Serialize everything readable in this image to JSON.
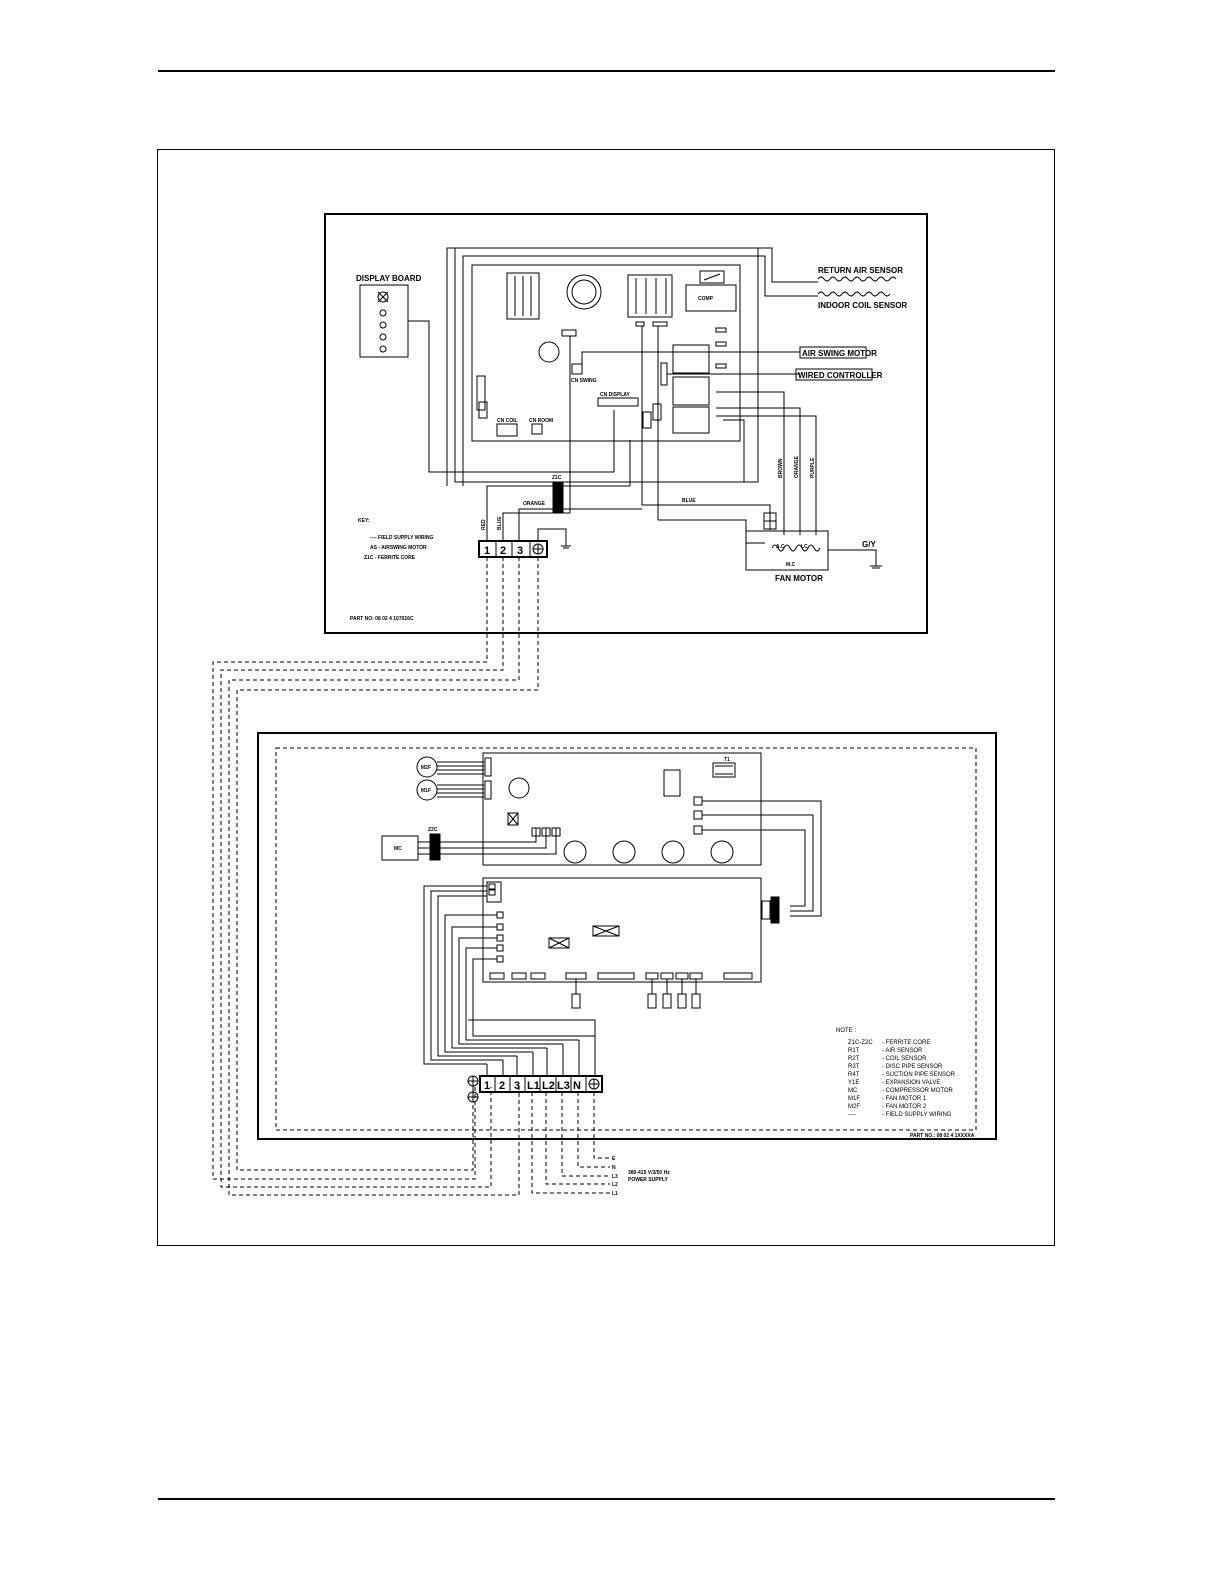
{
  "indoor": {
    "display_board": "DISPLAY BOARD",
    "return_air_sensor": "RETURN AIR SENSOR",
    "indoor_coil_sensor": "INDOOR COIL SENSOR",
    "air_swing_motor": "AIR SWING MOTOR",
    "wired_controller": "WIRED CONTROLLER",
    "cn_swing": "CN SWING",
    "cn_display": "CN DISPLAY",
    "cn_coil": "CN COIL",
    "cn_room": "CN ROOM",
    "comp": "COMP",
    "ferrite": "Z1C",
    "wire_orange": "ORANGE",
    "wire_blue": "BLUE",
    "wire_red": "RED",
    "wire_blue2": "BLUE",
    "wire_brown": "BROWN",
    "wire_orange2": "ORANGE",
    "wire_purple": "PURPLE",
    "fan_motor": "FAN MOTOR",
    "fan_ac": "A.C",
    "fan_lc": "LC",
    "fan_mc": "M.C",
    "ground": "G/Y",
    "key_title": "KEY:",
    "key_items": [
      "---- FIELD SUPPLY WIRING",
      "AS - AIRSWING MOTOR",
      "Z1C - FERRITE CORE"
    ],
    "terminals": [
      "1",
      "2",
      "3"
    ],
    "part_no": "PART NO: 08 02 4 107016C"
  },
  "outdoor": {
    "m2f": "M2F",
    "m1f": "M1F",
    "mc": "MC",
    "z2c": "Z2C",
    "t1": "T1",
    "note_title": "NOTE :",
    "notes": [
      {
        "code": "Z1C-Z2C",
        "desc": "- FERRITE CORE"
      },
      {
        "code": "R1T",
        "desc": "- AIR SENSOR"
      },
      {
        "code": "R2T",
        "desc": "- COIL SENSOR"
      },
      {
        "code": "R3T",
        "desc": "- DISC PIPE SENSOR"
      },
      {
        "code": "R4T",
        "desc": "- SUCTION PIPE SENSOR"
      },
      {
        "code": "Y1E",
        "desc": "- EXPANSION VALVE"
      },
      {
        "code": "MC",
        "desc": "- COMPRESSOR MOTOR"
      },
      {
        "code": "M1F",
        "desc": "- FAN MOTOR 1"
      },
      {
        "code": "M2F",
        "desc": "- FAN MOTOR 2"
      },
      {
        "code": "----",
        "desc": "- FIELD SUPPLY WIRING"
      }
    ],
    "terminals": [
      "1",
      "2",
      "3",
      "L1",
      "L2",
      "L3",
      "N"
    ],
    "part_no": "PART NO.: 08 02 4 1XXXXA",
    "supply_lines": [
      "E",
      "N",
      "L3",
      "L2",
      "L1"
    ],
    "supply_label_1": "380-415 V/3/50 Hz",
    "supply_label_2": "POWER SUPPLY"
  }
}
